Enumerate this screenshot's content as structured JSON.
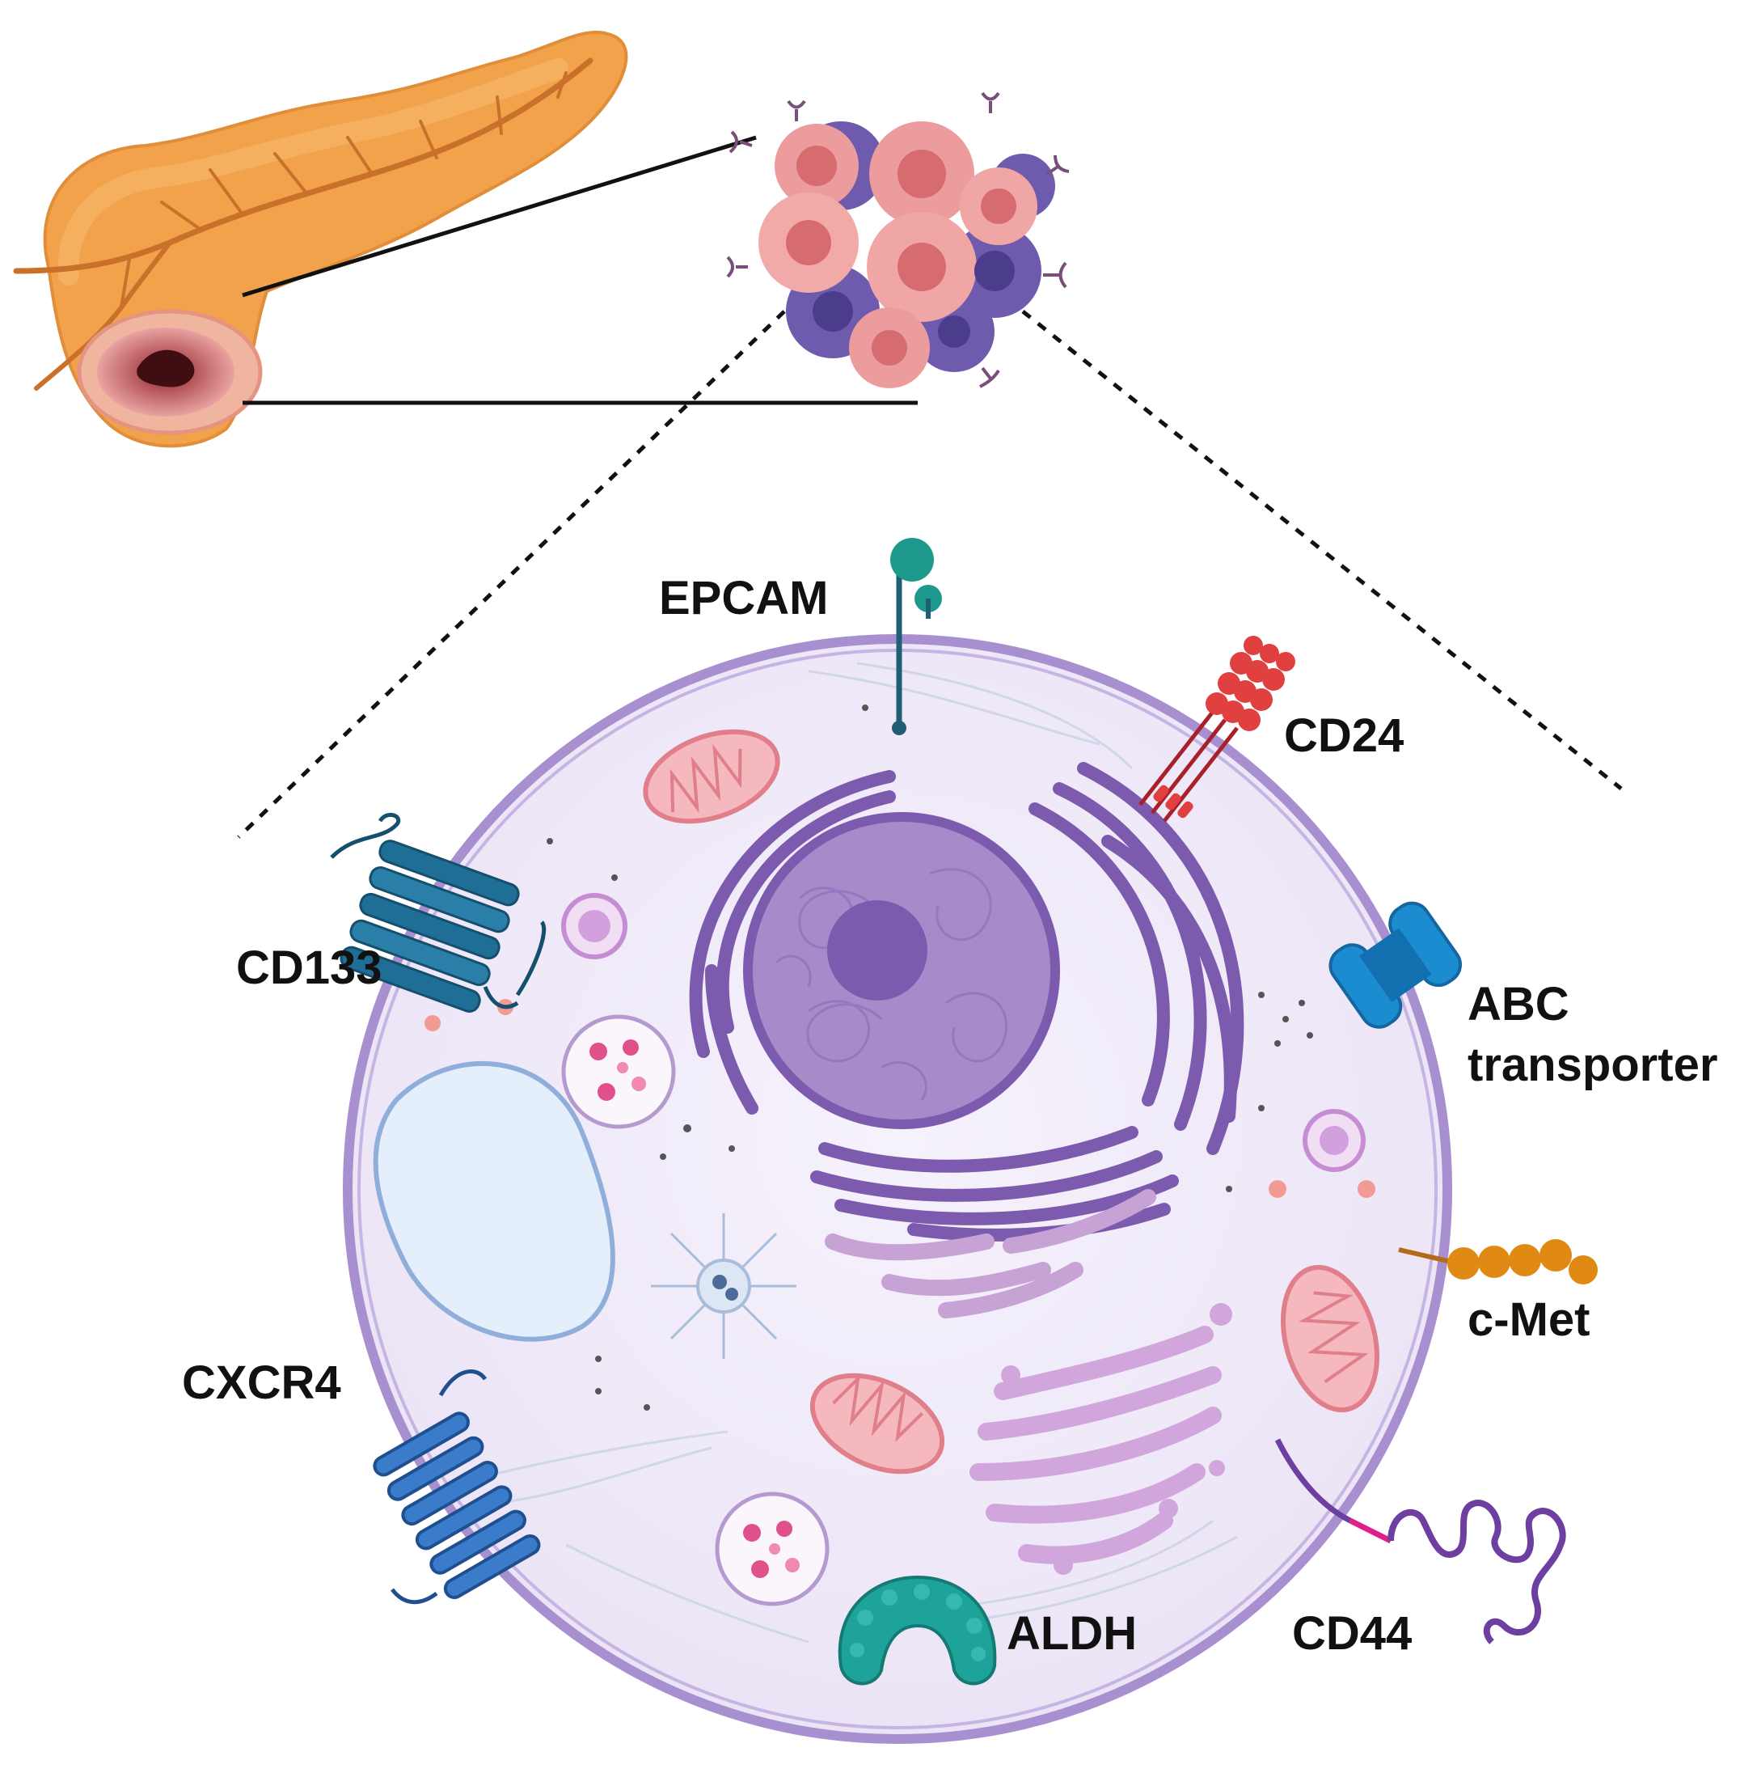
{
  "figure": {
    "palette": {
      "pancreas": "#F2A24A",
      "pancreas_dark": "#D9822E",
      "cell_membrane": "#A88FCF",
      "cytoplasm": "#EFEAF8",
      "nucleus": "#A78AC9",
      "er": "#7C5BAF",
      "tumor_pink": "#E98B8F",
      "tumor_purple": "#6E5BAE"
    },
    "labels": {
      "epcam": "EPCAM",
      "cd24": "CD24",
      "cd133": "CD133",
      "abc_line1": "ABC",
      "abc_line2": "transporter",
      "cmet": "c-Met",
      "cxcr4": "CXCR4",
      "aldh": "ALDH",
      "cd44": "CD44"
    },
    "icons": {
      "organ": "pancreas-with-tumor-icon",
      "cluster": "tumor-cell-cluster-icon",
      "cell": "cancer-stem-cell-icon"
    }
  }
}
